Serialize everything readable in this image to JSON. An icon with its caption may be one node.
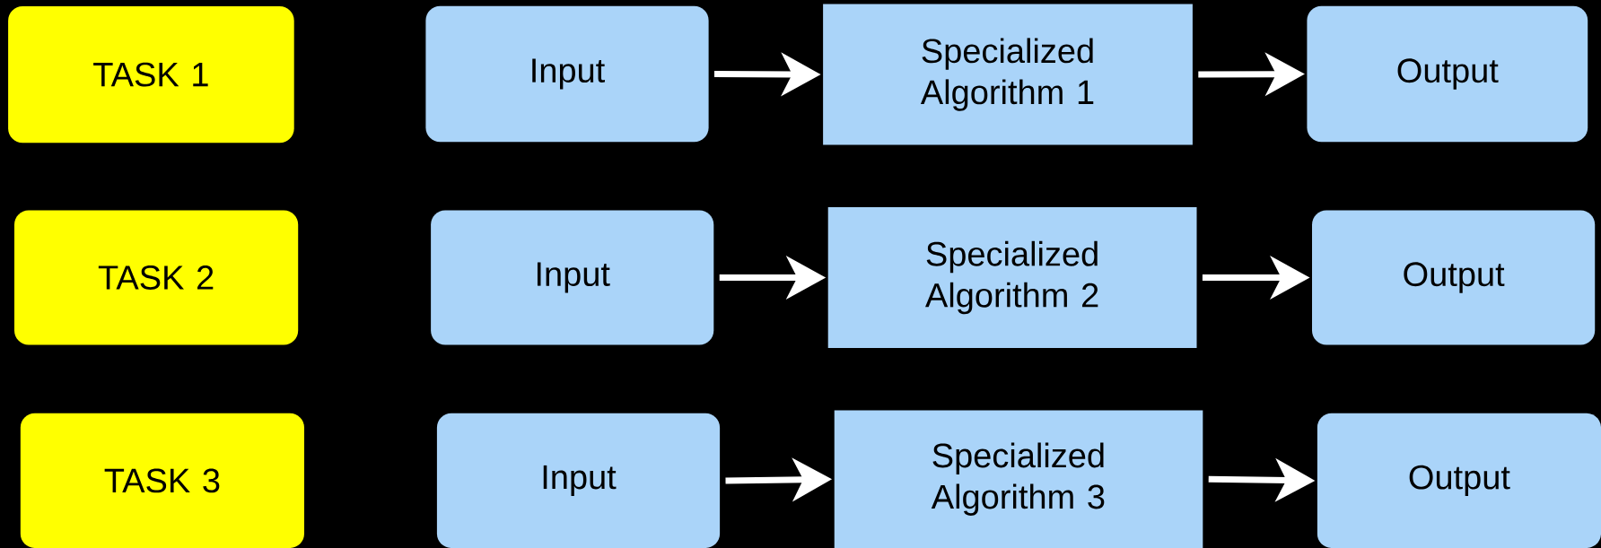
{
  "diagram": {
    "nodes": [
      {
        "text": [
          "TASK 1"
        ]
      },
      {
        "text": [
          "Input"
        ]
      },
      {
        "text": [
          "Specialized Algorithm 1"
        ]
      },
      {
        "text": [
          "Output"
        ]
      },
      {
        "text": [
          "TASK 2"
        ]
      },
      {
        "text": [
          "Input"
        ]
      },
      {
        "text": [
          "Specialized Algorithm 2"
        ]
      },
      {
        "text": [
          "Output"
        ]
      },
      {
        "text": [
          "TASK 3"
        ]
      },
      {
        "text": [
          "Input"
        ]
      },
      {
        "text": [
          "Specialized Algorithm 3"
        ]
      },
      {
        "text": [
          "Output"
        ]
      }
    ],
    "edges": [
      {
        "from": 1,
        "to": 2,
        "arrow": "to"
      },
      {
        "from": 2,
        "to": 3,
        "arrow": "to"
      },
      {
        "from": 5,
        "to": 6,
        "arrow": "to"
      },
      {
        "from": 6,
        "to": 7,
        "arrow": "to"
      },
      {
        "from": 9,
        "to": 10,
        "arrow": "to"
      },
      {
        "from": 10,
        "to": 11,
        "arrow": "to"
      }
    ]
  }
}
